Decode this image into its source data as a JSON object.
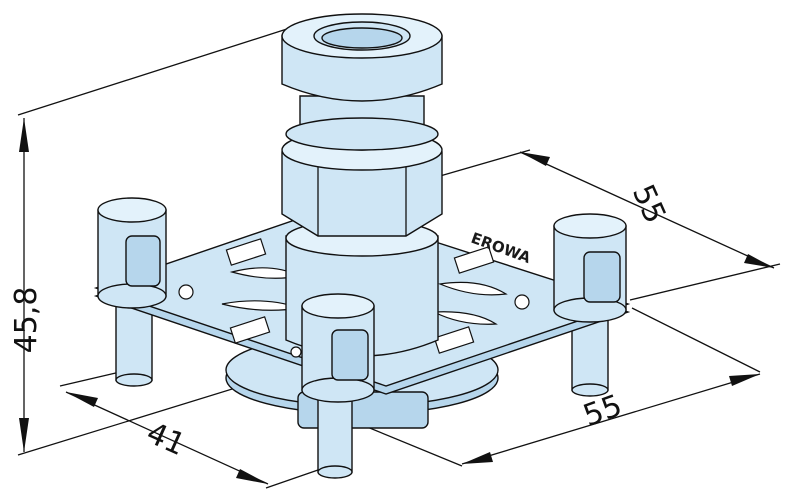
{
  "dimensions": {
    "height": "45,8",
    "depth_front": "41",
    "width_right_top": "55",
    "width_right_bottom": "55"
  },
  "brand": "EROWA",
  "colors": {
    "part_fill": "#cfe6f5",
    "part_shadow": "#b6d6ec",
    "part_highlight": "#e3f2fb",
    "outline": "#111111",
    "background": "#ffffff"
  }
}
